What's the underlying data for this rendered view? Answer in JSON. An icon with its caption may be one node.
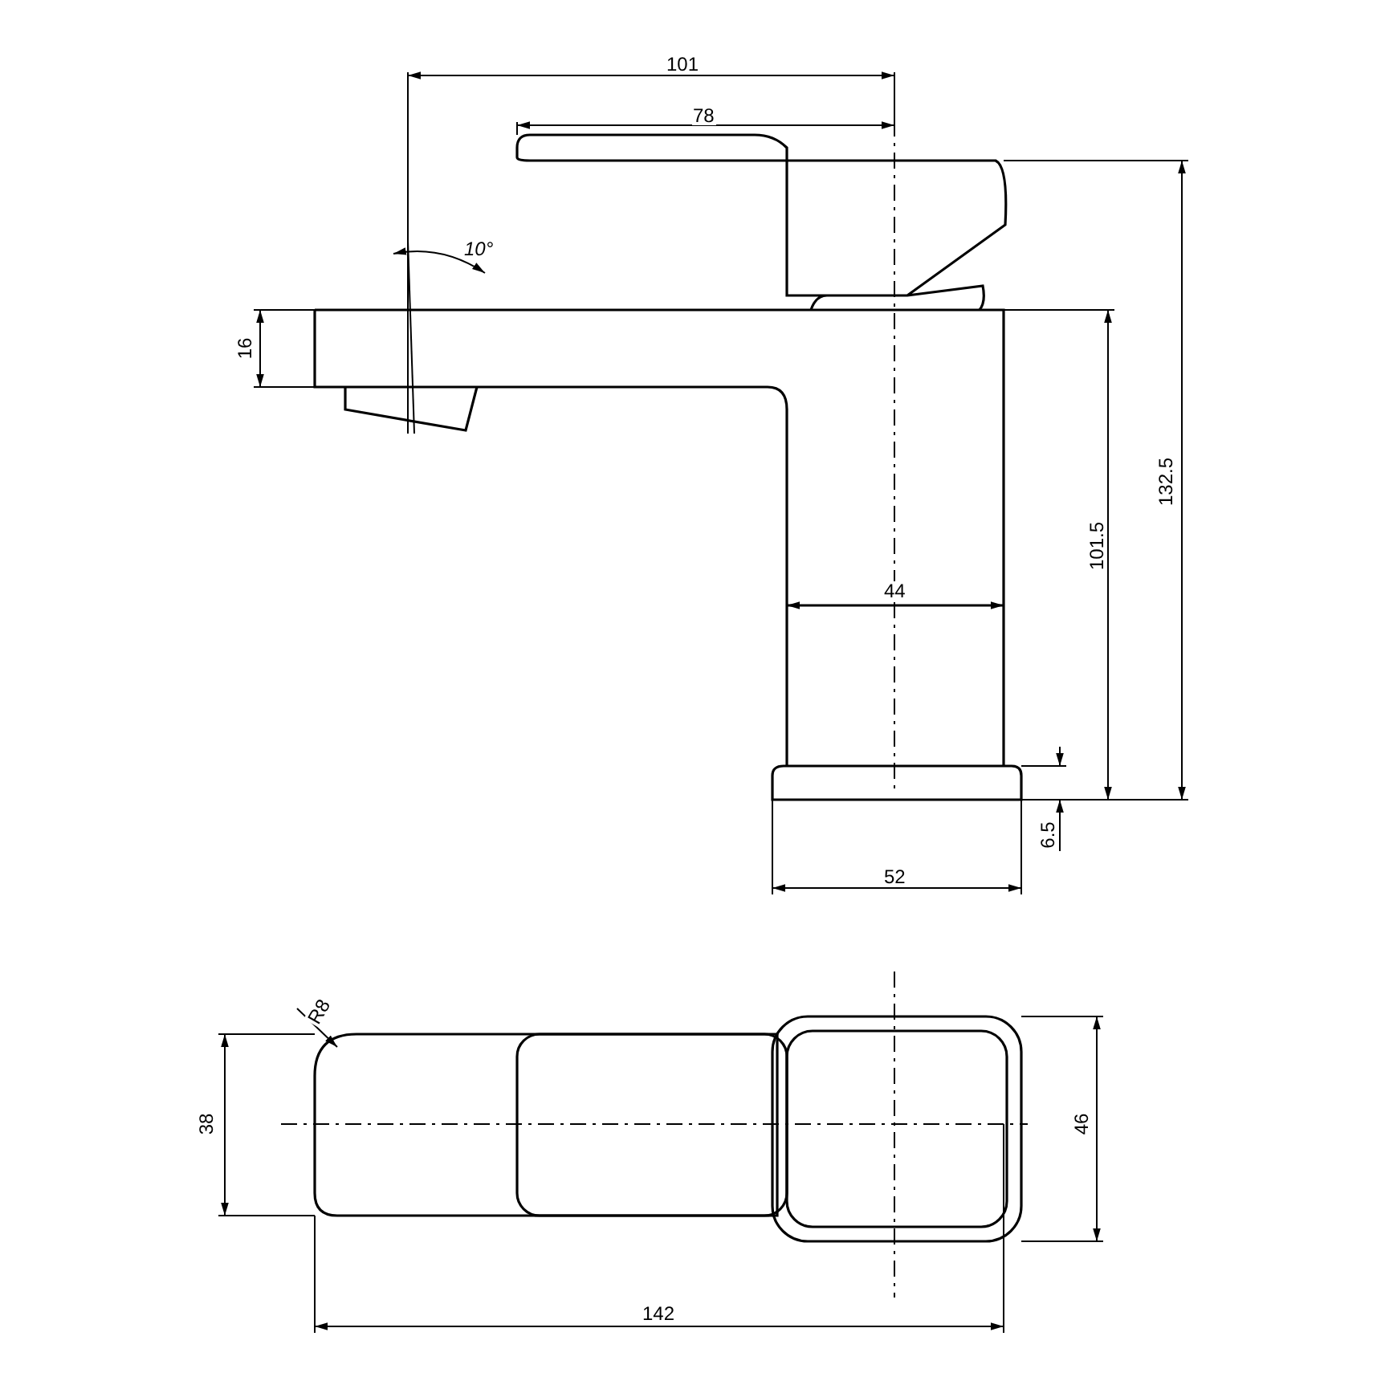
{
  "diagram": {
    "labels": [
      "101",
      "78",
      "10°",
      "16",
      "132.5",
      "101.5",
      "44",
      "6.5",
      "52",
      "R8",
      "38",
      "46",
      "142"
    ]
  }
}
